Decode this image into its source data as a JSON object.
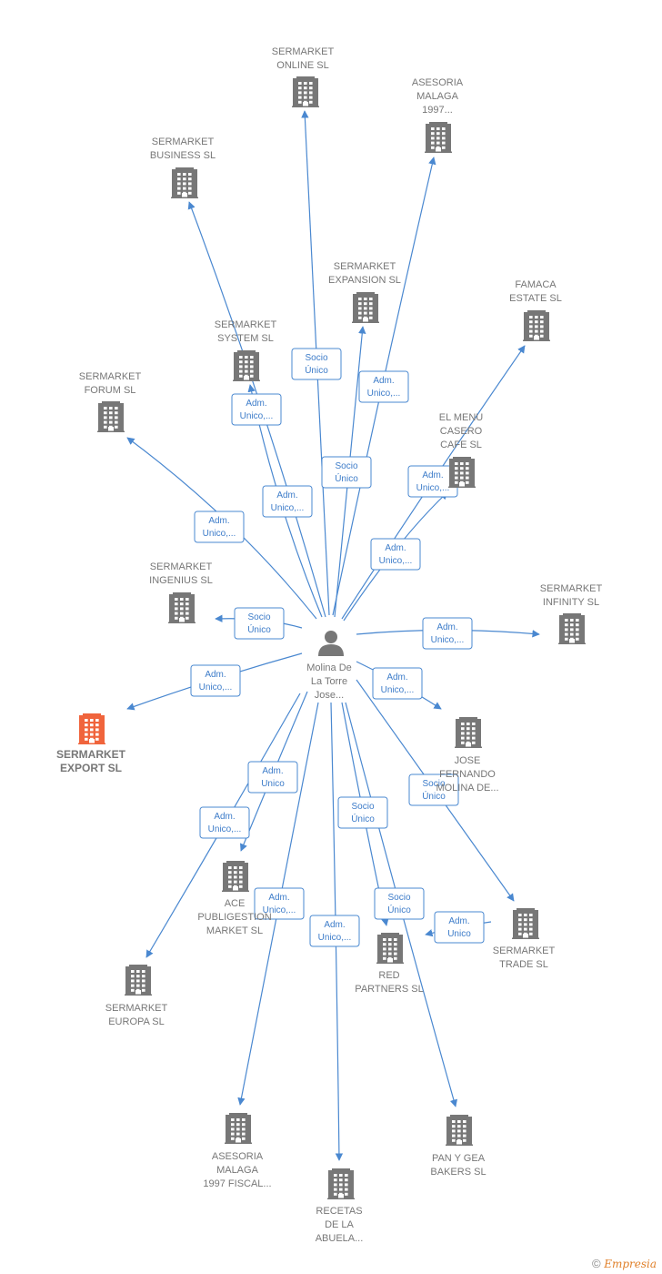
{
  "colors": {
    "edge": "#4a88d0",
    "edge_text": "#3d7cc9",
    "company_icon": "#777777",
    "company_icon_highlight": "#f0643c",
    "person_icon": "#777777",
    "label": "#777777"
  },
  "center": {
    "id": "person",
    "lines": [
      "Molina De",
      "La Torre",
      "Jose..."
    ],
    "icon": "person-icon"
  },
  "nodes": [
    {
      "id": "online",
      "lines": [
        "SERMARKET",
        "ONLINE  SL"
      ],
      "icon": "building-icon"
    },
    {
      "id": "asesoria97",
      "lines": [
        "ASESORIA",
        "MALAGA",
        "1997..."
      ],
      "icon": "building-icon"
    },
    {
      "id": "business",
      "lines": [
        "SERMARKET",
        "BUSINESS  SL"
      ],
      "icon": "building-icon"
    },
    {
      "id": "expansion",
      "lines": [
        "SERMARKET",
        "EXPANSION  SL"
      ],
      "icon": "building-icon"
    },
    {
      "id": "famaca",
      "lines": [
        "FAMACA",
        "ESTATE  SL"
      ],
      "icon": "building-icon"
    },
    {
      "id": "system",
      "lines": [
        "SERMARKET",
        "SYSTEM  SL"
      ],
      "icon": "building-icon"
    },
    {
      "id": "forum",
      "lines": [
        "SERMARKET",
        "FORUM  SL"
      ],
      "icon": "building-icon"
    },
    {
      "id": "menu",
      "lines": [
        "EL MENU",
        "CASERO",
        "CAFE  SL"
      ],
      "icon": "building-icon"
    },
    {
      "id": "ingenius",
      "lines": [
        "SERMARKET",
        "INGENIUS  SL"
      ],
      "icon": "building-icon"
    },
    {
      "id": "infinity",
      "lines": [
        "SERMARKET",
        "INFINITY  SL"
      ],
      "icon": "building-icon"
    },
    {
      "id": "export",
      "lines": [
        "SERMARKET",
        "EXPORT  SL"
      ],
      "icon": "building-icon",
      "highlight": true
    },
    {
      "id": "jose",
      "lines": [
        "JOSE",
        "FERNANDO",
        "MOLINA DE..."
      ],
      "icon": "building-icon"
    },
    {
      "id": "ace",
      "lines": [
        "ACE",
        "PUBLIGESTION",
        "MARKET  SL"
      ],
      "icon": "building-icon"
    },
    {
      "id": "trade",
      "lines": [
        "SERMARKET",
        "TRADE  SL"
      ],
      "icon": "building-icon"
    },
    {
      "id": "red",
      "lines": [
        "RED",
        "PARTNERS  SL"
      ],
      "icon": "building-icon"
    },
    {
      "id": "europa",
      "lines": [
        "SERMARKET",
        "EUROPA  SL"
      ],
      "icon": "building-icon"
    },
    {
      "id": "asesoriafiscal",
      "lines": [
        "ASESORIA",
        "MALAGA",
        "1997 FISCAL..."
      ],
      "icon": "building-icon"
    },
    {
      "id": "pangea",
      "lines": [
        "PAN Y GEA",
        "BAKERS  SL"
      ],
      "icon": "building-icon"
    },
    {
      "id": "recetas",
      "lines": [
        "RECETAS",
        "DE LA",
        "ABUELA..."
      ],
      "icon": "building-icon"
    }
  ],
  "edges": [
    {
      "to": "online",
      "label": [
        "Socio",
        "Único"
      ]
    },
    {
      "to": "asesoria97",
      "label": [
        "Adm.",
        "Unico,..."
      ]
    },
    {
      "to": "business",
      "label": [
        "Adm.",
        "Unico,..."
      ]
    },
    {
      "to": "expansion",
      "label": [
        "Socio",
        "Único"
      ]
    },
    {
      "to": "famaca",
      "label": [
        "Adm.",
        "Unico,..."
      ]
    },
    {
      "to": "system",
      "label": [
        "Adm.",
        "Unico,..."
      ]
    },
    {
      "to": "forum",
      "label": [
        "Adm.",
        "Unico,..."
      ]
    },
    {
      "to": "menu",
      "label": [
        "Adm.",
        "Unico,..."
      ]
    },
    {
      "to": "ingenius",
      "label": [
        "Socio",
        "Único"
      ]
    },
    {
      "to": "infinity",
      "label": [
        "Adm.",
        "Unico,..."
      ]
    },
    {
      "to": "export",
      "label": [
        "Adm.",
        "Unico,..."
      ]
    },
    {
      "to": "jose",
      "label": [
        "Adm.",
        "Unico,..."
      ]
    },
    {
      "to": "ace",
      "label": [
        "Adm.",
        "Unico"
      ]
    },
    {
      "to": "trade",
      "label": [
        "Socio",
        "Único"
      ]
    },
    {
      "to": "red",
      "label": [
        "Socio",
        "Único"
      ]
    },
    {
      "to": "europa",
      "label": [
        "Adm.",
        "Unico,..."
      ]
    },
    {
      "to": "asesoriafiscal",
      "label": [
        "Adm.",
        "Unico,..."
      ]
    },
    {
      "to": "pangea",
      "label": [
        "Socio",
        "Único"
      ]
    },
    {
      "to": "recetas",
      "label": [
        "Adm.",
        "Unico,..."
      ]
    },
    {
      "from": "trade",
      "to": "red",
      "label": [
        "Adm.",
        "Unico"
      ]
    }
  ],
  "footer": {
    "copyright": "©",
    "brand": "Empresia"
  }
}
